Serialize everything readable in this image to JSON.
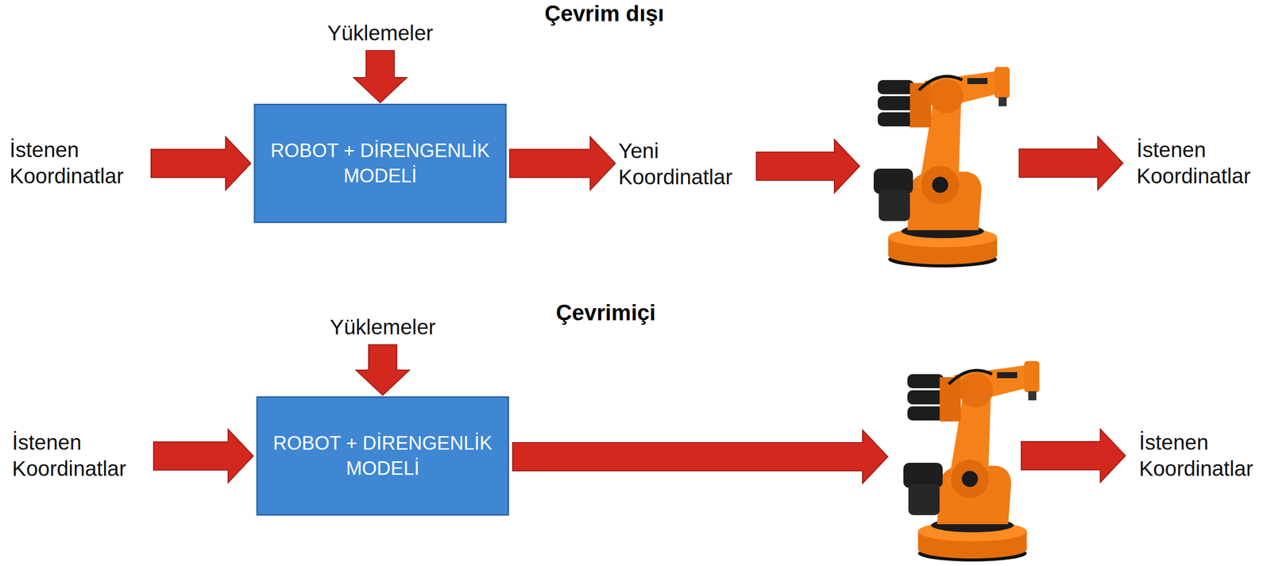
{
  "diagram": {
    "nodes": [
      {
        "text": [
          "Yüklemeler"
        ]
      },
      {
        "text": [
          "İstenen Koordinatlar"
        ]
      },
      {
        "text": [
          "ROBOT + DİRENGENLİK MODELİ"
        ]
      },
      {
        "text": [
          "Yeni Koordinatlar"
        ]
      },
      {
        "text": [
          "İstenen Koordinatlar"
        ]
      },
      {
        "text": [
          "Yüklemeler"
        ]
      },
      {
        "text": [
          "İstenen Koordinatlar"
        ]
      },
      {
        "text": [
          "ROBOT + DİRENGENLİK MODELİ"
        ]
      },
      {
        "text": [
          "İstenen Koordinatlar"
        ]
      }
    ],
    "edges": [
      {
        "from": 1,
        "to": 2,
        "arrow": "to"
      },
      {
        "from": 0,
        "to": 2,
        "arrow": "to"
      },
      {
        "from": 2,
        "to": 3,
        "arrow": "to"
      },
      {
        "from": 6,
        "to": 7,
        "arrow": "to"
      },
      {
        "from": 5,
        "to": 7,
        "arrow": "to"
      }
    ],
    "labels": [
      "Çevrim dışı",
      "Çevrimiçi"
    ]
  }
}
